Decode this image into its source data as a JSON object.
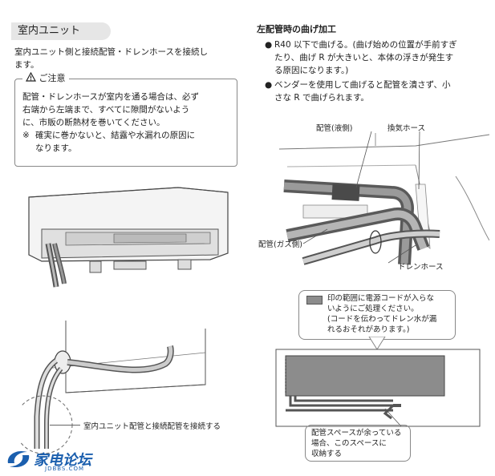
{
  "left": {
    "section_title": "室内ユニット",
    "intro_line1": "室内ユニット側と接続配管・ドレンホースを接続し",
    "intro_line2": "ます。",
    "caution": {
      "title": "ご注意",
      "line1": "配管・ドレンホースが室内を通る場合は、必ず",
      "line2": "右端から左端まで、すべてに隙間がないよう",
      "line3": "に、市販の断熱材を巻いてください。",
      "note_mark": "※",
      "note_line1": "確実に巻かないと、結露や水漏れの原因に",
      "note_line2": "なります。"
    },
    "connect_label": "室内ユニット配管と接続配管を接続する"
  },
  "right": {
    "heading": "左配管時の曲げ加工",
    "bullet_mark": "●",
    "bullet1_line1": "R40 以下で曲げる。(曲げ始めの位置が手前すぎ",
    "bullet1_line2": "たり、曲げ R が大きいと、本体の浮きが発生す",
    "bullet1_line3": "る原因になります。)",
    "bullet2_line1": "ベンダーを使用して曲げると配管を潰さず、小",
    "bullet2_line2": "さな R で曲げられます。",
    "labels": {
      "pipe_liquid": "配管(液側)",
      "vent_hose": "換気ホース",
      "pipe_gas": "配管(ガス側)",
      "drain_hose": "ドレンホース"
    },
    "note": {
      "line1": "印の範囲に電源コードが入らな",
      "line2": "いようにご処理ください。",
      "line3": "(コードを伝わってドレン水が漏",
      "line4": "れるおそれがあります。)"
    },
    "space_note": {
      "line1": "配管スペースが余っている",
      "line2": "場合、このスペースに",
      "line3": "収納する"
    }
  },
  "watermark": {
    "name": "家电论坛",
    "domain": "JDBBS.COM"
  },
  "colors": {
    "pipe_dark": "#5a5a5a",
    "pipe_mid": "#9a9a9a",
    "gray_area": "#8c8c8c",
    "logo_blue": "#1b5fae"
  }
}
